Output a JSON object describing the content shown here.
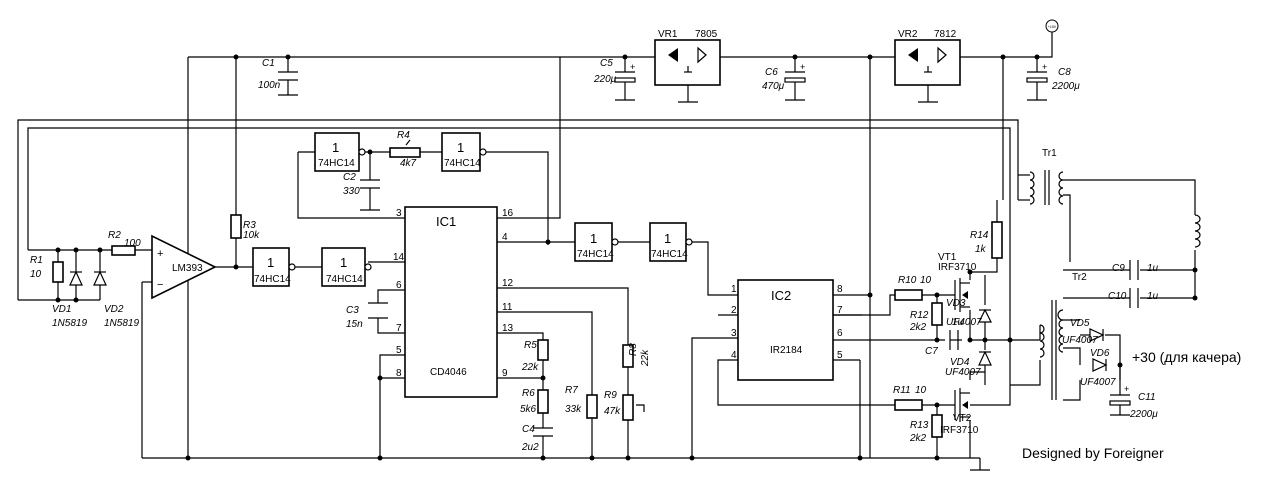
{
  "labels": {
    "c1": "C1",
    "c1_val": "100n",
    "c2": "C2",
    "c2_val": "330",
    "c3": "C3",
    "c3_val": "15n",
    "c4": "C4",
    "c4_val": "2u2",
    "c5": "C5",
    "c5_val": "220μ",
    "c6": "C6",
    "c6_val": "470μ",
    "c7": "C7",
    "c7_val": "1u",
    "c8": "C8",
    "c8_val": "2200μ",
    "c9": "C9",
    "c9_val": "1u",
    "c10": "C10",
    "c10_val": "1u",
    "c11": "C11",
    "c11_val": "2200μ",
    "r1": "R1",
    "r1_val": "10",
    "r2": "R2",
    "r2_val": "100",
    "r3": "R3",
    "r3_val": "10k",
    "r4": "R4",
    "r4_val": "4k7",
    "r5": "R5",
    "r5_val": "22k",
    "r6": "R6",
    "r6_val": "5k6",
    "r7": "R7",
    "r7_val": "33k",
    "r8": "R8",
    "r8_val": "22k",
    "r9": "R9",
    "r9_val": "47k",
    "r10": "R10",
    "r10_val": "10",
    "r11": "R11",
    "r11_val": "10",
    "r12": "R12",
    "r12_val": "2k2",
    "r13": "R13",
    "r13_val": "2k2",
    "r14": "R14",
    "r14_val": "1k",
    "vd1": "VD1",
    "vd1_val": "1N5819",
    "vd2": "VD2",
    "vd2_val": "1N5819",
    "vd3": "VD3",
    "vd3_val": "UF4007",
    "vd4": "VD4",
    "vd4_val": "UF4007",
    "vd5": "VD5",
    "vd5_val": "UF4007",
    "vd6": "VD6",
    "vd6_val": "UF4007",
    "vt1": "VT1",
    "vt1_val": "IRF3710",
    "vt2": "VT2",
    "vt2_val": "IRF3710",
    "vr1": "VR1",
    "vr1_val": "7805",
    "vr2": "VR2",
    "vr2_val": "7812",
    "tr1": "Tr1",
    "tr2": "Tr2",
    "ic1": "IC1",
    "ic1_part": "CD4046",
    "ic2": "IC2",
    "ic2_part": "IR2184",
    "comparator": "LM393",
    "inverter_digit": "1",
    "inverter_part": "74HC14",
    "plus": "+",
    "minus": "−",
    "power_symbol": "+15V",
    "output_note": "+30 (для качера)",
    "credit": "Designed by Foreigner"
  },
  "ic1_pins": {
    "p3": "3",
    "p16": "16",
    "p14": "14",
    "p4": "4",
    "p6": "6",
    "p12": "12",
    "p7": "7",
    "p11": "11",
    "p13": "13",
    "p5": "5",
    "p8": "8",
    "p9": "9"
  },
  "ic2_pins": {
    "p1": "1",
    "p2": "2",
    "p3": "3",
    "p4": "4",
    "p8": "8",
    "p7": "7",
    "p6": "6",
    "p5": "5"
  }
}
